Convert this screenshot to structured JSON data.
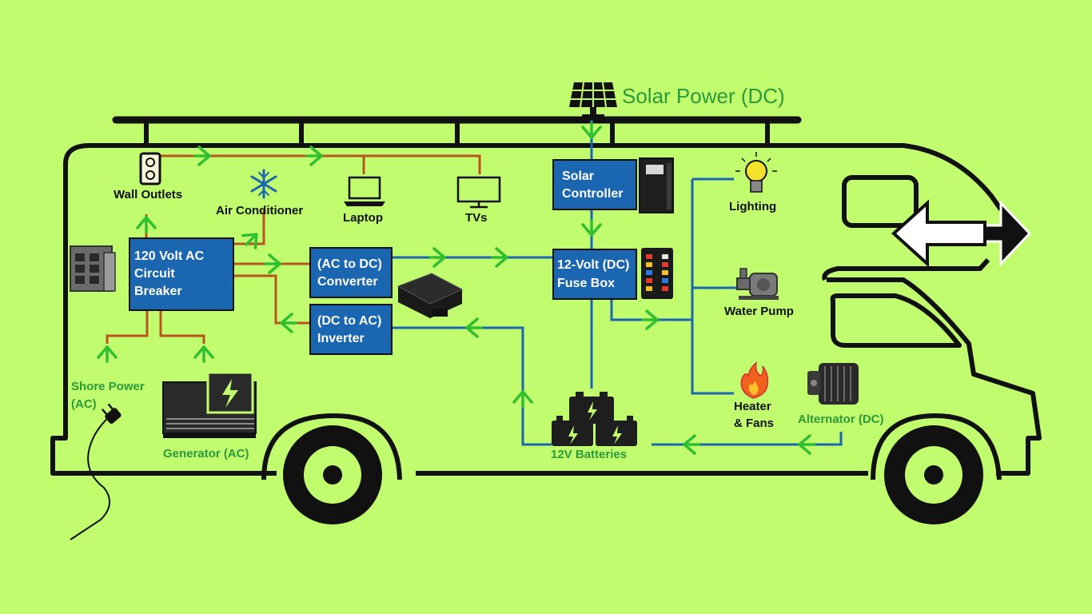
{
  "colors": {
    "background": "#c1fb6e",
    "ac_line": "#b8541e",
    "dc_line": "#1a66b0",
    "arrow": "#2fbf2f",
    "box_fill": "#1a66b0",
    "outline": "#111111",
    "green_label": "#2d9a3a"
  },
  "labels": {
    "solar_power": "Solar Power (DC)",
    "wall_outlets": "Wall Outlets",
    "air_conditioner": "Air Conditioner",
    "laptop": "Laptop",
    "tvs": "TVs",
    "lighting": "Lighting",
    "water_pump": "Water Pump",
    "heater_line1": "Heater",
    "heater_line2": "& Fans",
    "shore_line1": "Shore Power",
    "shore_line2": "(AC)",
    "generator": "Generator (AC)",
    "batteries": "12V Batteries",
    "alternator": "Alternator (DC)"
  },
  "boxes": {
    "circuit_breaker": [
      "120 Volt AC",
      "Circuit",
      "Breaker"
    ],
    "converter": [
      "(AC to DC)",
      "Converter"
    ],
    "inverter": [
      "(DC to AC)",
      "Inverter"
    ],
    "solar_controller": [
      "Solar",
      "Controller"
    ],
    "fuse_box": [
      "12-Volt (DC)",
      "Fuse Box"
    ]
  },
  "icons": {
    "solar_panel": "solar-panel-icon",
    "wall_outlet": "wall-outlet-icon",
    "snowflake": "snowflake-icon",
    "laptop": "laptop-icon",
    "tv": "tv-icon",
    "light_bulb": "light-bulb-icon",
    "water_pump": "water-pump-icon",
    "flame": "flame-icon",
    "plug": "plug-icon",
    "generator": "generator-icon",
    "battery": "battery-icon",
    "alternator": "alternator-icon",
    "breaker_panel": "breaker-panel-icon",
    "converter_device": "converter-device-icon",
    "solar_controller_device": "solar-controller-device-icon",
    "fuse_block": "fuse-block-icon",
    "direction_arrows": "direction-arrows-icon"
  }
}
